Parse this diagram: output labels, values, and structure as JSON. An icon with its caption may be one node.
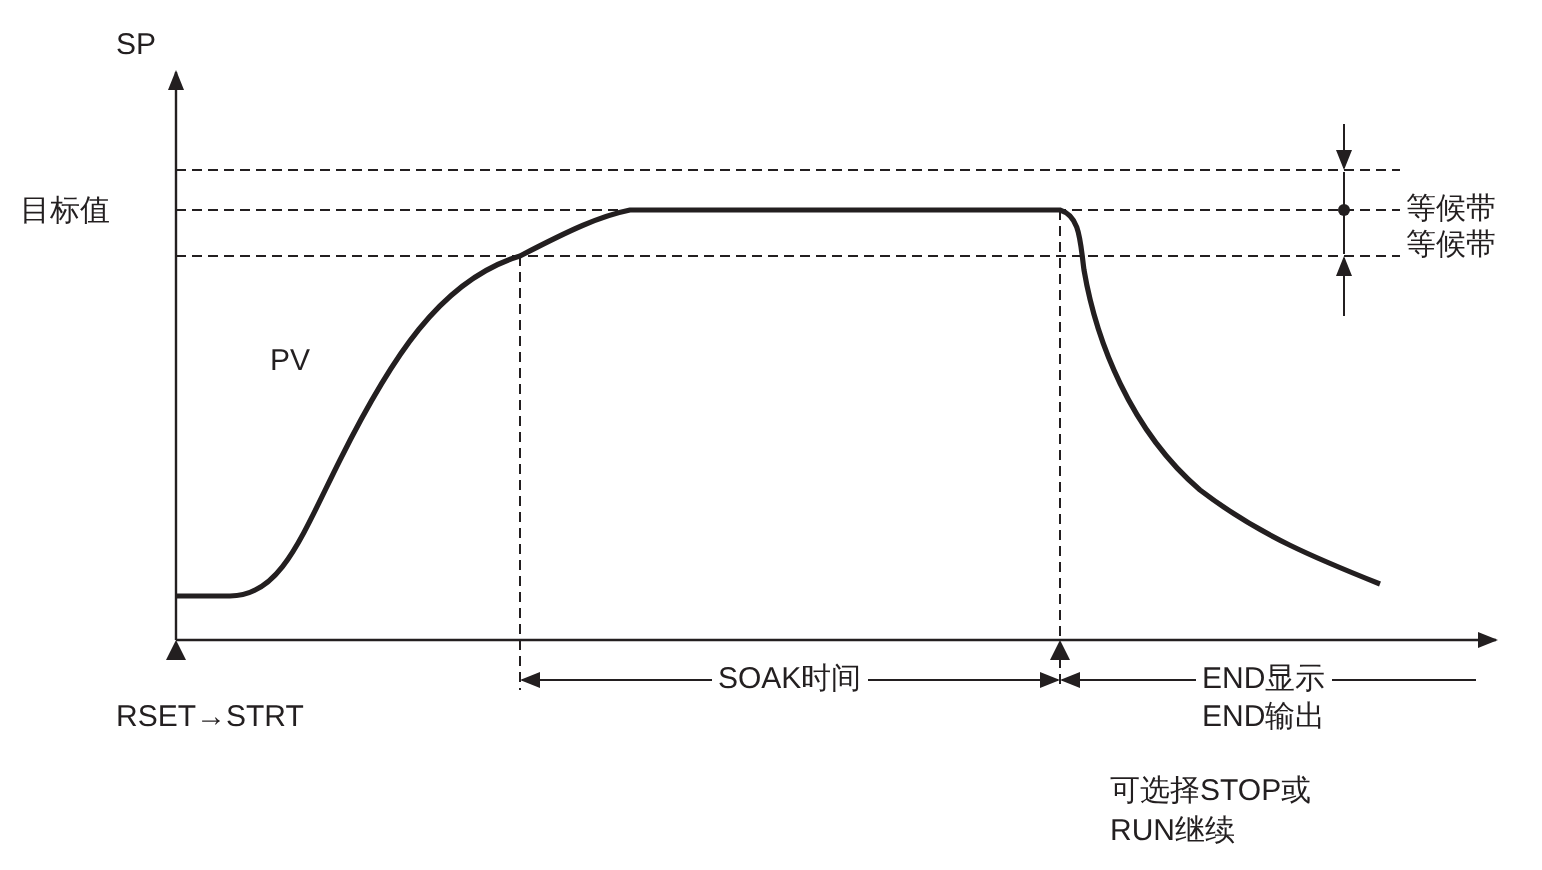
{
  "diagram": {
    "labels": [
      "SP",
      "目标值",
      "等候带",
      "等候带",
      "PV",
      "SOAK时间",
      "END显示",
      "END输出",
      "RSET→STRT",
      "可选择STOP或 RUN继续"
    ]
  }
}
